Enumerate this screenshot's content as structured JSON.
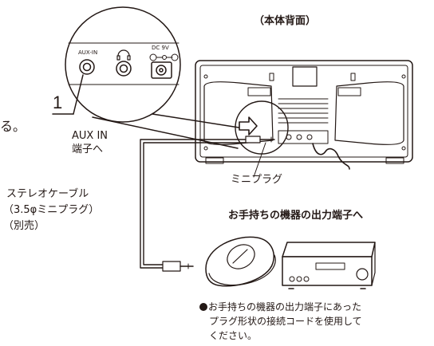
{
  "header_label": "（本体背面）",
  "jacks": {
    "aux_label": "AUX-IN",
    "dc_label": "DC 9V"
  },
  "callout_number": "1",
  "cutoff_text": "る。",
  "aux_in_label": [
    "AUX IN",
    "端子へ"
  ],
  "mini_plug_label": "ミニプラグ",
  "cable_label": [
    "ステレオケーブル",
    "（3.5φミニプラグ）",
    "（別売）"
  ],
  "device_output_label": "お手持ちの機器の出力端子へ",
  "note_lines": [
    "お手持ちの機器の出力端子にあった",
    "プラグ形状の接続コードを使用して",
    "ください。"
  ]
}
